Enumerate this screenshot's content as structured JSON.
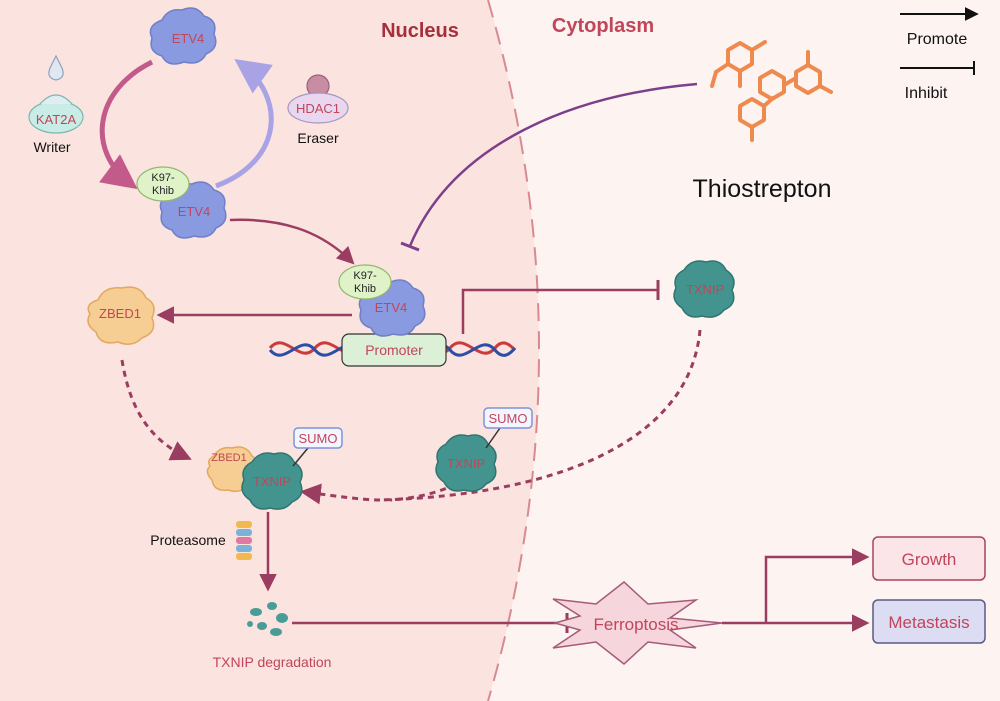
{
  "regions": {
    "nucleus": "Nucleus",
    "cytoplasm": "Cytoplasm"
  },
  "legend": {
    "promote": "Promote",
    "inhibit": "Inhibit"
  },
  "drug": {
    "name": "Thiostrepton"
  },
  "proteins": {
    "etv4_top": "ETV4",
    "etv4_mid": "ETV4",
    "etv4_dna": "ETV4",
    "kat2a": "KAT2A",
    "hdac1": "HDAC1",
    "zbed1": "ZBED1",
    "zbed1_complex": "ZBED1",
    "txnip_cyto": "TXNIP",
    "txnip_sumo": "TXNIP",
    "txnip_complex": "TXNIP"
  },
  "modifications": {
    "khib_mid_line1": "K97-",
    "khib_mid_line2": "Khib",
    "khib_dna_line1": "K97-",
    "khib_dna_line2": "Khib",
    "sumo_a": "SUMO",
    "sumo_b": "SUMO"
  },
  "roles": {
    "writer": "Writer",
    "eraser": "Eraser",
    "proteasome": "Proteasome",
    "degradation": "TXNIP degradation"
  },
  "dna": {
    "promoter": "Promoter"
  },
  "outcomes": {
    "ferroptosis": "Ferroptosis",
    "growth": "Growth",
    "metastasis": "Metastasis"
  },
  "colors": {
    "arrow": "#9a3d60",
    "inhibit": "#7d3f8a",
    "etv4": "#7f8fd6",
    "txnip": "#3f8f8a",
    "zbed1": "#f3c88a",
    "label_red": "#c2455a",
    "nucleus_bg": "#fbe3df",
    "cyto_bg": "#fdf3f1"
  }
}
